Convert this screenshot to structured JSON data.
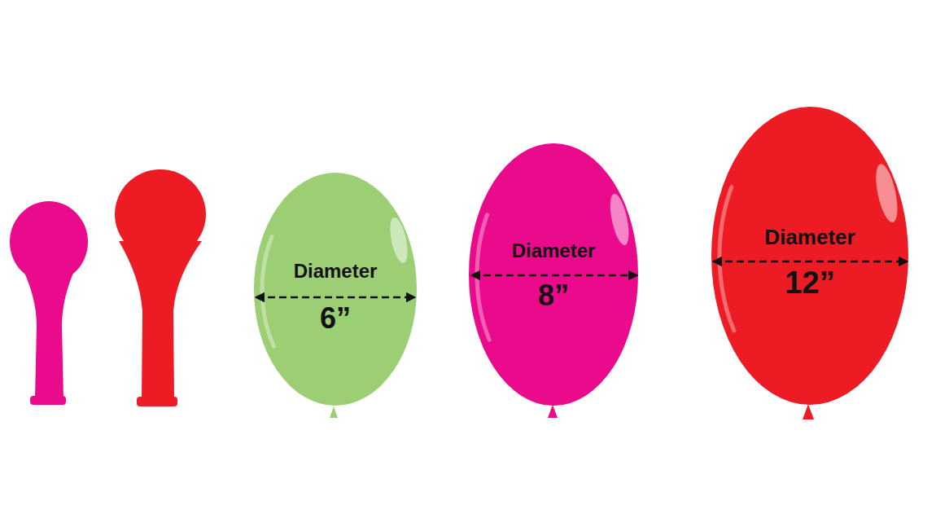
{
  "diagram": {
    "nodes": [
      {
        "text": [
          "Diameter",
          "6”"
        ]
      },
      {
        "text": [
          "Diameter",
          "8”"
        ]
      },
      {
        "text": [
          "Diameter",
          "12”"
        ]
      }
    ]
  }
}
